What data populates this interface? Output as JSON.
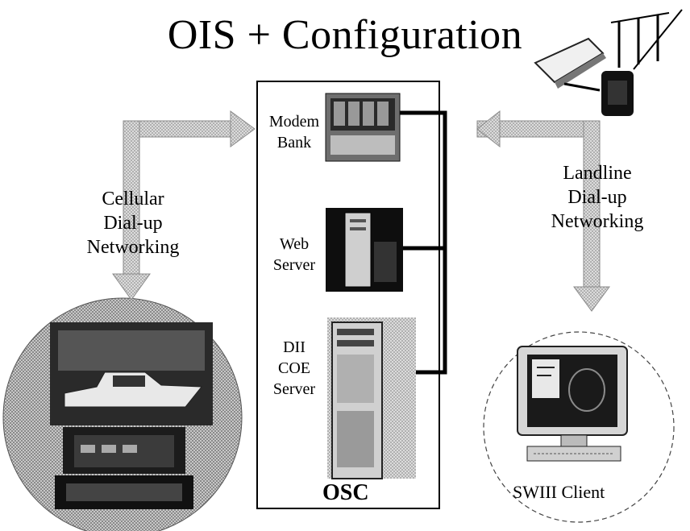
{
  "title": "OIS + Configuration",
  "left_link": {
    "line1": "Cellular",
    "line2": "Dial-up",
    "line3": "Networking"
  },
  "right_link": {
    "line1": "Landline",
    "line2": "Dial-up",
    "line3": "Networking"
  },
  "osc": {
    "label": "OSC",
    "components": [
      {
        "line1": "Modem",
        "line2": "Bank"
      },
      {
        "line1": "Web",
        "line2": "Server"
      },
      {
        "line1": "DII",
        "line2": "COE",
        "line3": "Server"
      }
    ]
  },
  "client": {
    "label": "SWIII Client"
  },
  "colors": {
    "arrow": "#b9b9b9",
    "bus": "#000000",
    "circle_fill": "#9a9a9a"
  }
}
